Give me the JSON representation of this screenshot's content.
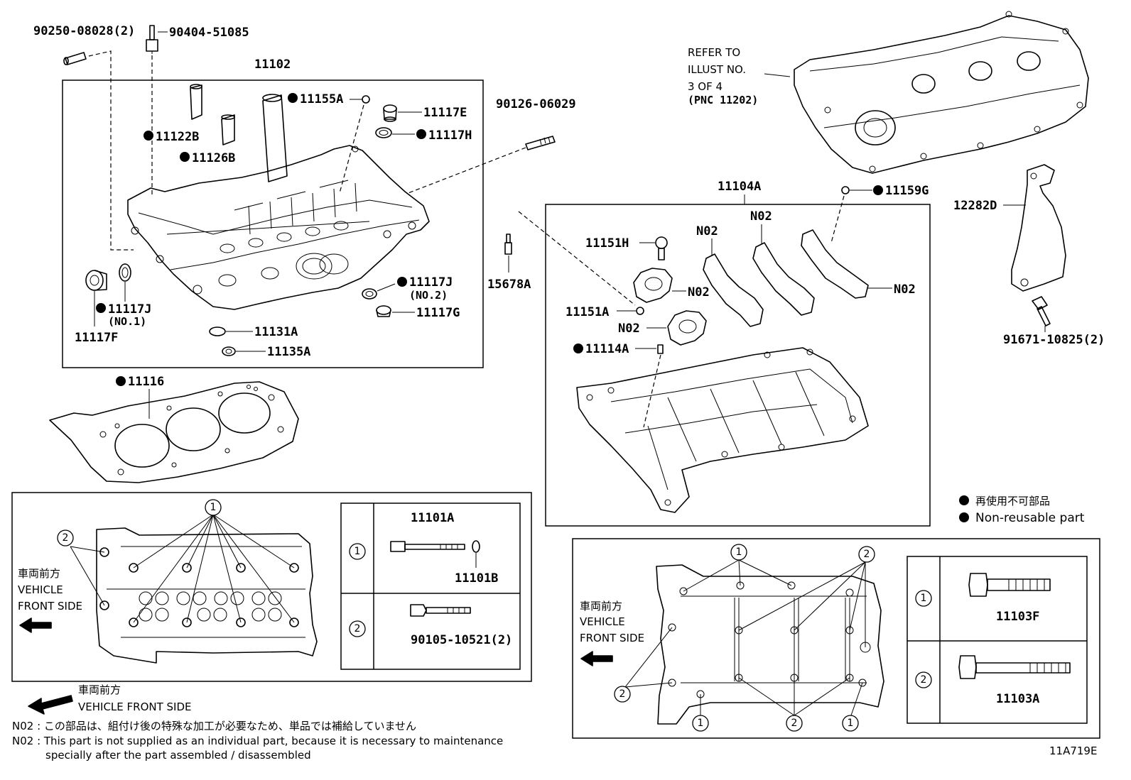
{
  "parts": {
    "p90250": "90250-08028(2)",
    "p90404": "90404-51085",
    "p11102": "11102",
    "p11155A": "11155A",
    "p11117E": "11117E",
    "p11117H": "11117H",
    "p11122B": "11122B",
    "p11126B": "11126B",
    "p90126": "90126-06029",
    "p11117J_1": "11117J",
    "p11117J_1_note": "(NO.1)",
    "p11117F": "11117F",
    "p11117J_2": "11117J",
    "p11117J_2_note": "(NO.2)",
    "p11117G": "11117G",
    "p11131A": "11131A",
    "p11135A": "11135A",
    "p11116": "11116",
    "p15678A": "15678A",
    "p11104A": "11104A",
    "p11159G": "11159G",
    "p12282D": "12282D",
    "p91671": "91671-10825(2)",
    "p11151H": "11151H",
    "p11151A": "11151A",
    "p11114A": "11114A",
    "n02": "N02",
    "p11101A": "11101A",
    "p11101B": "11101B",
    "p90105": "90105-10521(2)",
    "p11103F": "11103F",
    "p11103A": "11103A"
  },
  "refer": {
    "line1": "REFER TO",
    "line2": "ILLUST NO.",
    "line3": "3 OF 4",
    "line4": "(PNC 11202)"
  },
  "legend": {
    "jp": "再使用不可部品",
    "en": "Non-reusable part"
  },
  "vehicle_front": {
    "jp": "車両前方",
    "en1": "VEHICLE",
    "en2": "FRONT SIDE",
    "en_single": "VEHICLE FRONT SIDE"
  },
  "callouts": {
    "one": "1",
    "two": "2"
  },
  "notes": {
    "jp": "N02 : この部品は、組付け後の特殊な加工が必要なため、単品では補給していません",
    "en1": "N02 : This part is not supplied as an individual part, because it is necessary to maintenance",
    "en2": "specially after the part assembled / disassembled"
  },
  "figure_id": "11A719E"
}
